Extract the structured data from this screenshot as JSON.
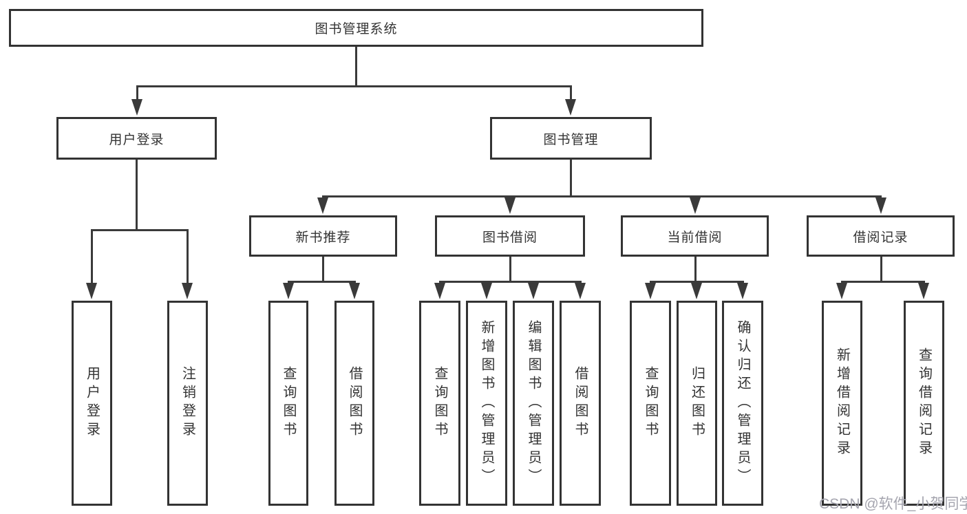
{
  "diagram": {
    "root": "图书管理系统",
    "branches": [
      {
        "label": "用户登录",
        "children": [
          "用户登录",
          "注销登录"
        ]
      },
      {
        "label": "图书管理",
        "modules": [
          {
            "label": "新书推荐",
            "children": [
              "查询图书",
              "借阅图书"
            ]
          },
          {
            "label": "图书借阅",
            "children": [
              "查询图书",
              "新增图书（管理员）",
              "编辑图书（管理员）",
              "借阅图书"
            ]
          },
          {
            "label": "当前借阅",
            "children": [
              "查询图书",
              "归还图书",
              "确认归还（管理员）"
            ]
          },
          {
            "label": "借阅记录",
            "children": [
              "新增借阅记录",
              "查询借阅记录"
            ]
          }
        ]
      }
    ]
  },
  "watermark": "CSDN @软件_小贺同学",
  "colors": {
    "line": "#3a3a3a",
    "border": "#333333",
    "text": "#333333",
    "watermark": "#a5a5af",
    "background": "#ffffff"
  }
}
